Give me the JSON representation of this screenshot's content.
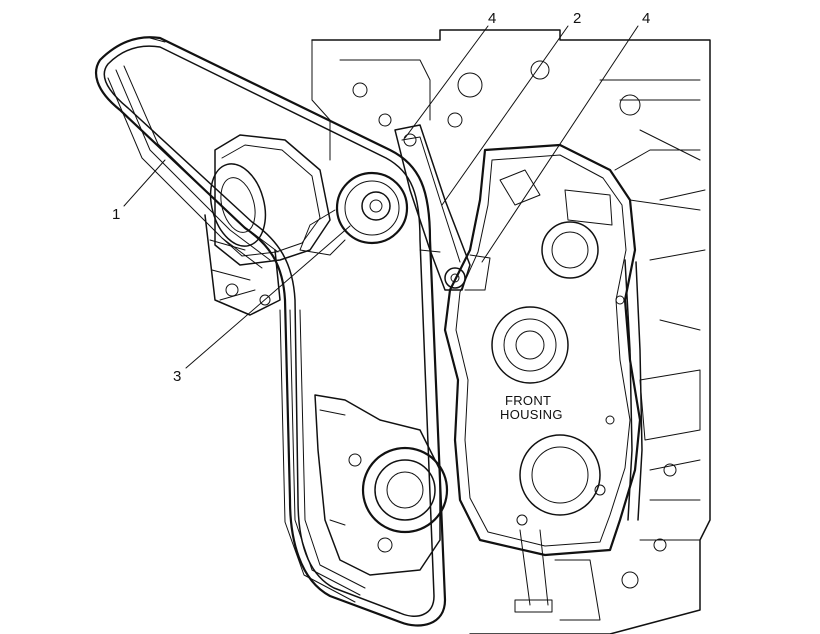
{
  "callouts": [
    {
      "id": "1",
      "text": "1"
    },
    {
      "id": "2",
      "text": "2"
    },
    {
      "id": "3",
      "text": "3"
    },
    {
      "id": "4a",
      "text": "4"
    },
    {
      "id": "4b",
      "text": "4"
    }
  ],
  "component_label": {
    "line1": "FRONT",
    "line2": "HOUSING"
  },
  "colors": {
    "ink": "#111111",
    "paper": "#ffffff"
  }
}
